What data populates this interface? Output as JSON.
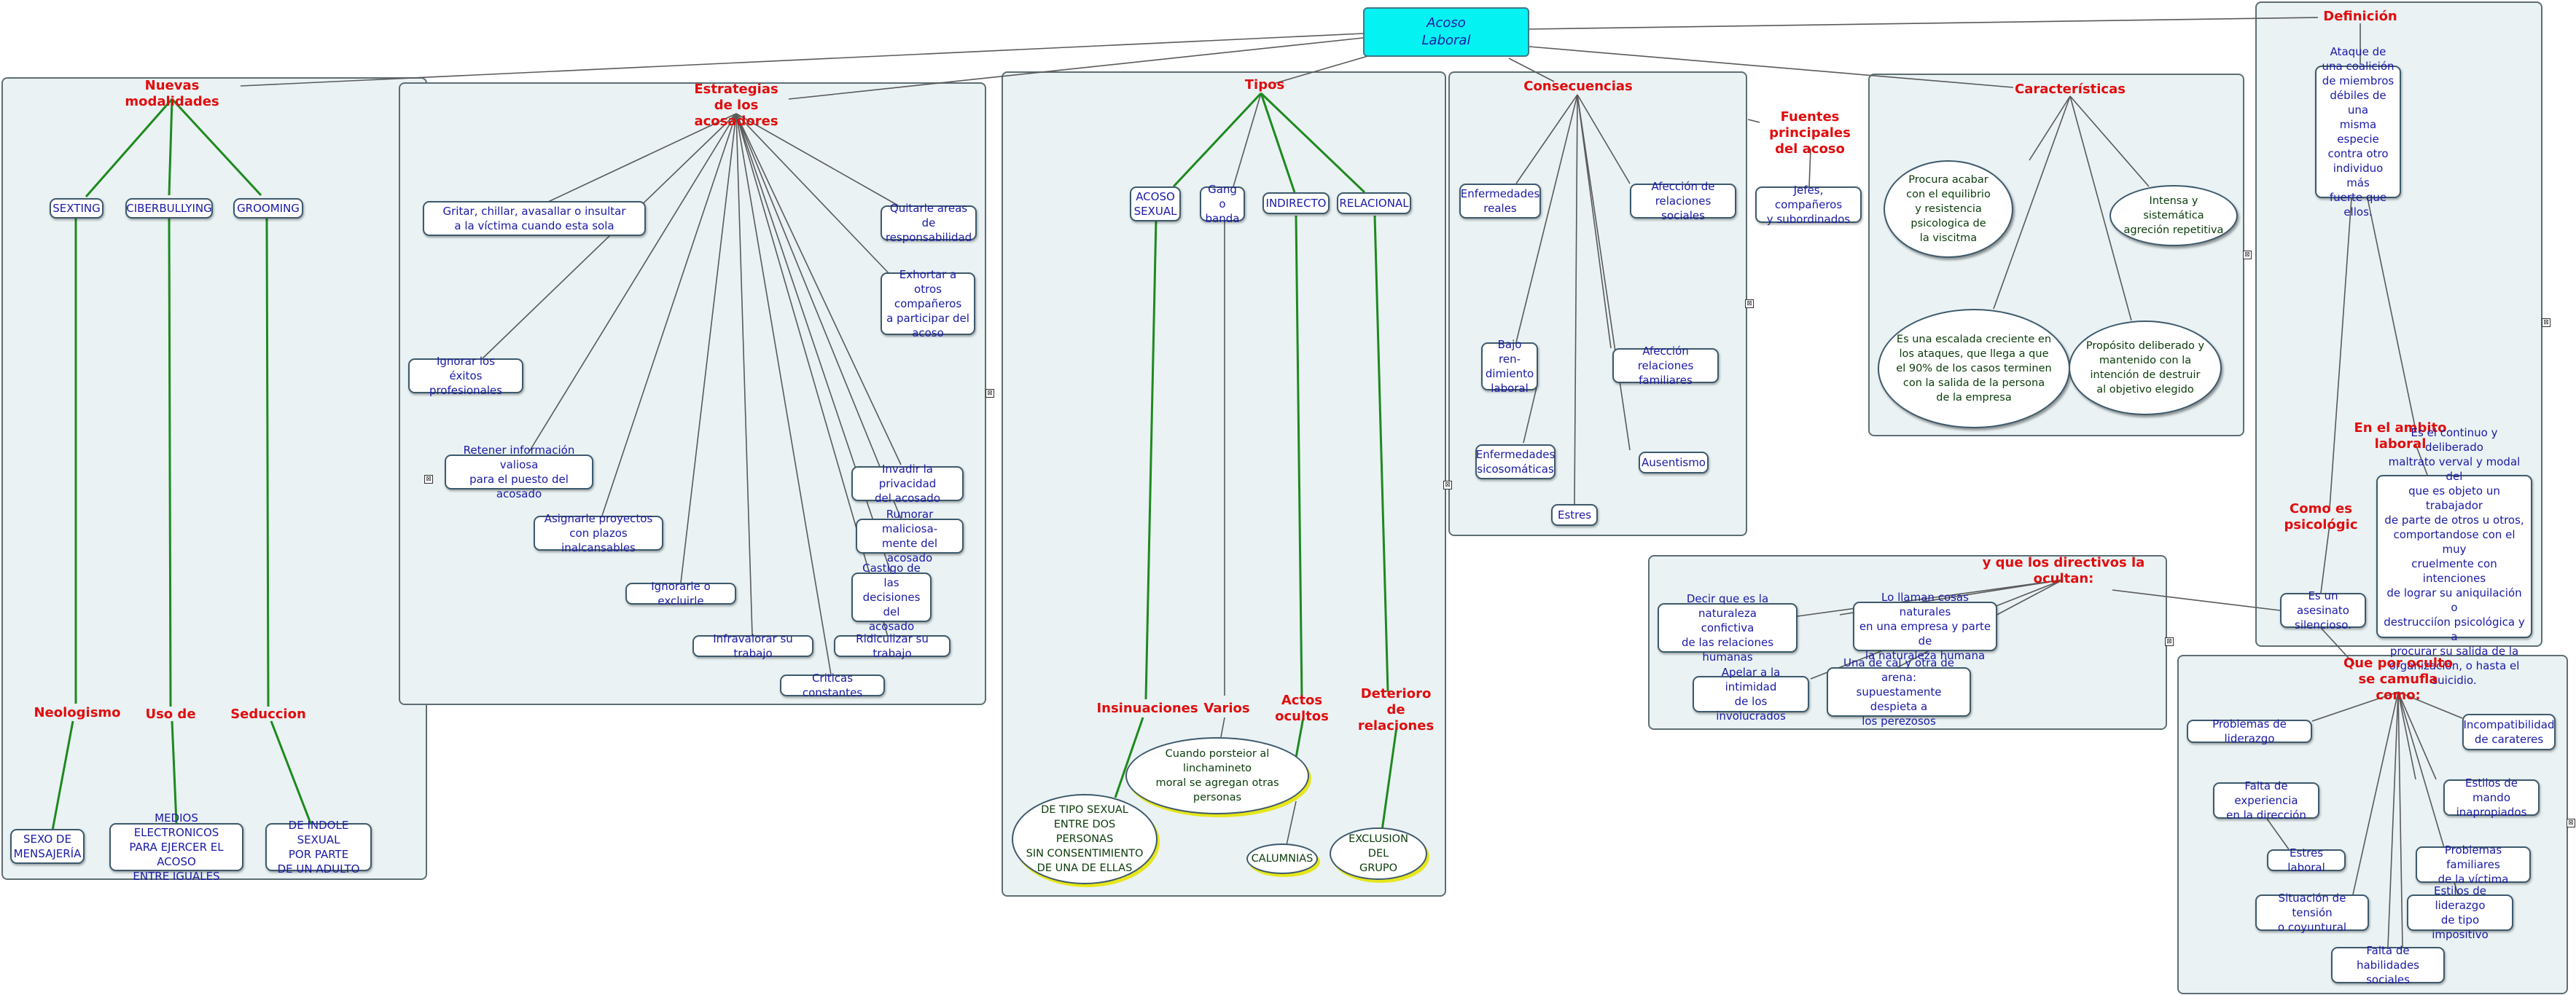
{
  "colors": {
    "label": "#e00d0d",
    "box_text": "#1a1aa6",
    "oval_text": "#0b3b0b",
    "panel_bg": "#eaf2f4",
    "root_bg": "#05f2f2",
    "green_link": "#1e8a1e",
    "yellow_shadow": "#e6e61c"
  },
  "root": {
    "title": "Acoso\nLaboral"
  },
  "nuevas": {
    "label": "Nuevas modalidades",
    "sexting": "SEXTING",
    "ciber": "CIBERBULLYING",
    "grooming": "GROOMING",
    "neologismo": "Neologismo",
    "uso_de": "Uso de",
    "seduccion": "Seduccion",
    "sexo": "SEXO DE\nMENSAJERÍA",
    "medios": "MEDIOS ELECTRONICOS\nPARA EJERCER EL ACOSO\nENTRE IGUALES",
    "indole": "DE INDOLE SEXUAL\nPOR PARTE\nDE UN ADULTO"
  },
  "estrategias": {
    "label": "Estrategias\nde los acosadores",
    "gritar": "Gritar, chillar, avasallar o insultar\na la víctima cuando esta sola",
    "ignorar_exitos": "Ignorar los\néxitos profesionales",
    "retener": "Retener información valiosa\npara el puesto del acosado",
    "asignar": "Asignarle proyectos\ncon plazos inalcansables",
    "ignorarle": "Ignorarle o excluirle",
    "infravalorar": "Infravalorar su trabajo",
    "criticas": "Criticas constantes",
    "quitarle": "Quitarle areas de\nresponsabilidad",
    "exhortar": "Exhortar a otros\ncompañeros\na participar del\nacoso",
    "invadir": "Invadir la privacidad\ndel acosado",
    "rumorar": "Rumorar maliciosa-\nmente  del acosado",
    "castigo": "Castigo de las\ndecisiones del\nacosado",
    "ridiculizar": "Ridiculizar su trabajo"
  },
  "tipos": {
    "label": "Tipos",
    "acoso_sexual": "ACOSO\nSEXUAL",
    "gang": "Gang o\nbanda",
    "indirecto": "INDIRECTO",
    "relacional": "RELACIONAL",
    "insinuaciones": "Insinuaciones",
    "varios": "Varios",
    "actos": "Actos ocultos",
    "deterioro": "Deterioro de\nrelaciones",
    "cuando": "Cuando porsteior al linchamineto\nmoral se agregan otras personas",
    "tipo_sexual": "DE TIPO SEXUAL\nENTRE DOS PERSONAS\nSIN CONSENTIMIENTO\nDE UNA DE ELLAS",
    "calumnias": "CALUMNIAS",
    "exclusion": "EXCLUSION DEL\nGRUPO"
  },
  "consecuencias": {
    "label": "Consecuencias",
    "enfermedades": "Enfermedades\nreales",
    "afeccion_soc": "Afección de\nrelaciones sociales",
    "bajo": "Bajo ren-\ndimiento\nlaboral",
    "afeccion_fam": "Afección relaciones\nfamiliares",
    "sicosomaticas": "Enfermedades\nsicosomáticas",
    "ausentismo": "Ausentismo",
    "estres": "Estres"
  },
  "fuentes": {
    "label": "Fuentes principales\ndel acoso",
    "jefes": "Jefes, compañeros\ny subordinados"
  },
  "caracteristicas": {
    "label": "Características",
    "procura": "Procura acabar\ncon el equilibrio\ny resistencia\npsicologica de\nla viscitma",
    "intensa": "Intensa y sistemática\nagreción repetitiva",
    "escalada": "Es una escalada creciente en\nlos ataques, que llega a que\nel 90% de los casos terminen\ncon la salida de la persona\nde la empresa",
    "proposito": "Propósito deliberado y\nmantenido con  la\nintención de destruir\nal objetivo elegido"
  },
  "definicion": {
    "label": "Definición",
    "ataque": "Ataque de\nuna coalición\nde miembros\ndébiles de una\nmisma especie\ncontra otro\nindividuo más\nfuerte que\nellos.",
    "ambito": "En el ambito laboral",
    "continuo": "Es el continuo y deliberado\nmaltrato verval y modal del\nque es objeto un trabajador\nde parte de otros u  otros,\ncomportandose con el muy\ncruelmente con intenciones\nde lograr su aniquilación o\ndestrucciíon psicológica y a\nprocurar su salida de la\norganización, o hasta el\nsuicidio.",
    "como_psico": "Como es psicológic",
    "asesinato": "Es un asesinato\nsilencioso."
  },
  "directivos": {
    "label": "y que los directivos la ocultan:",
    "decir": "Decir que es la naturaleza\nconfictiva\nde las relaciones humanas",
    "llaman": "Lo llaman cosas naturales\nen una empresa y parte de\nla naturaleza humana",
    "apelar": "Apelar a la intimidad\nde los involucrados",
    "una_cal": "Una de cal y otra de arena:\nsupuestamente despieta a\nlos perezosos"
  },
  "oculto": {
    "label": "Que por oculto\nse camufla como:",
    "liderazgo": "Problemas de liderazgo",
    "incompat": "Incompatibilidad\nde carateres",
    "falta_exp": "Falta de experiencia\nen la dirección",
    "estilos_mando": "Estilos de mando\ninapropiados",
    "estres_lab": "Estres laboral",
    "prob_fam": "Problemas familiares\nde la víctima",
    "situacion": "Situación de tensión\no coyuntural",
    "estilos_lid": "Estilos de liderazgo\nde tipo impositivo",
    "falta_hab": "Falta de habilidades\nsociales"
  }
}
